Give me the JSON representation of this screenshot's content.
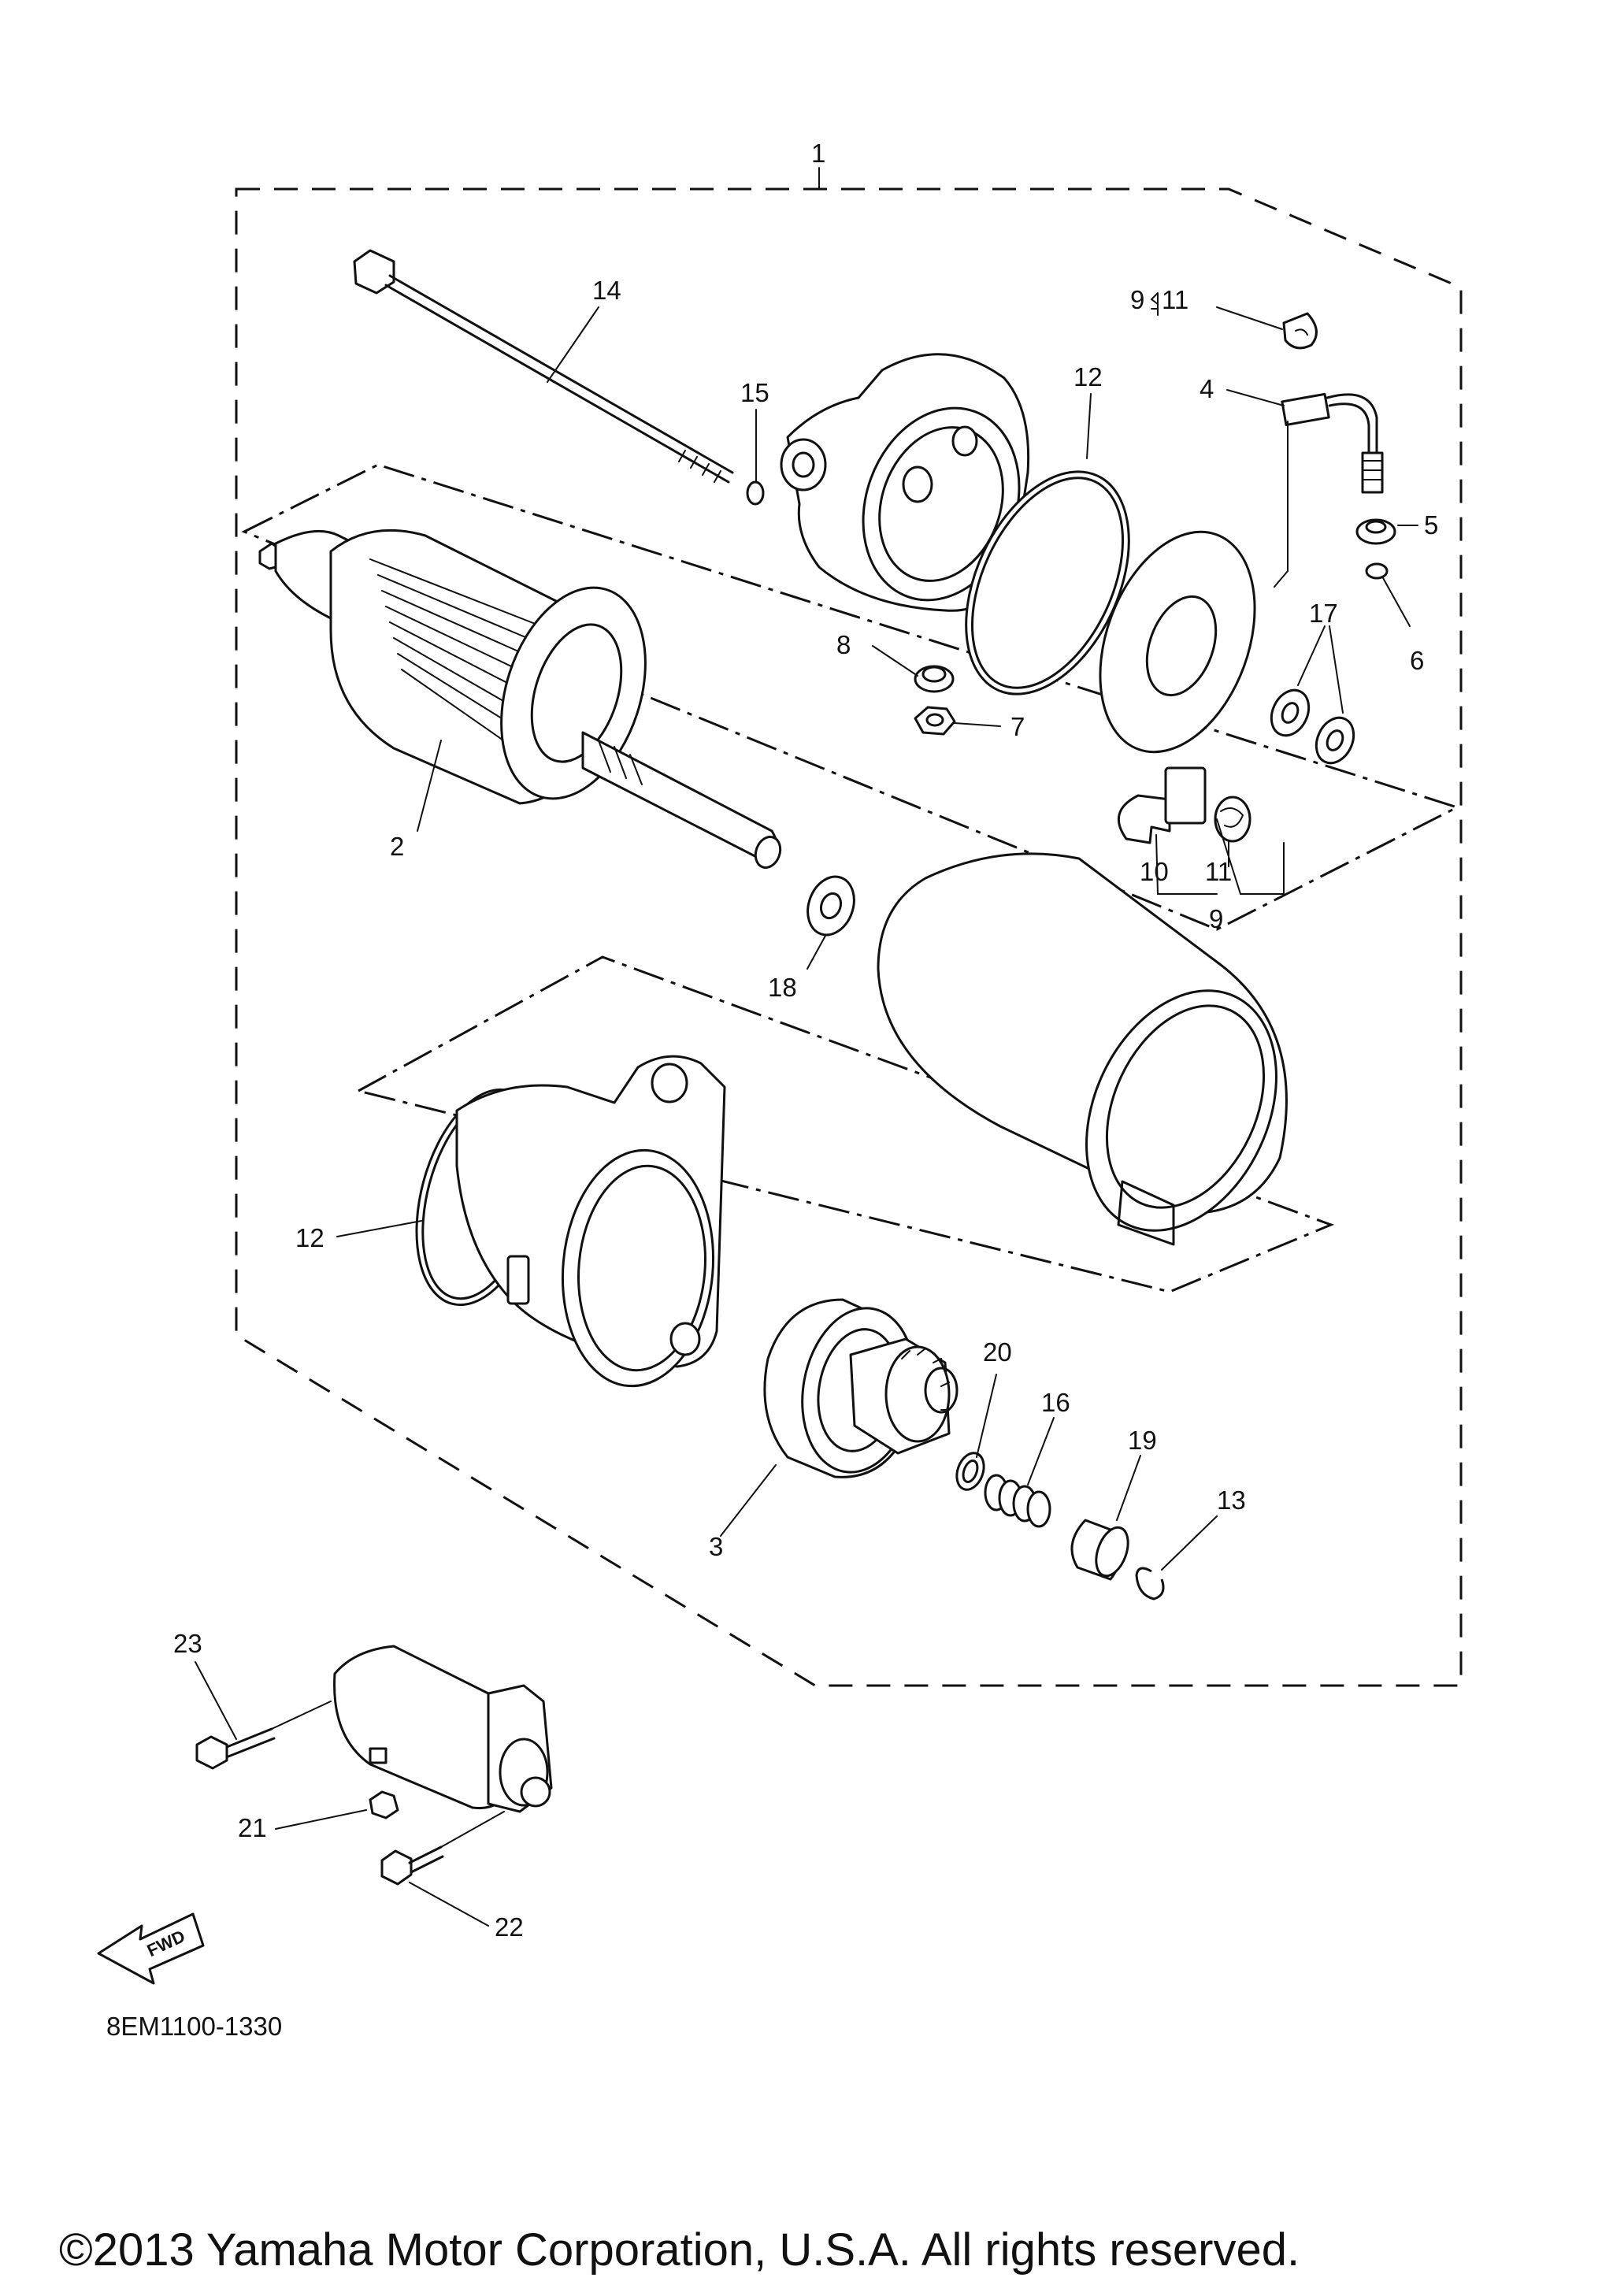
{
  "diagram": {
    "callouts": {
      "c1": "1",
      "c2": "2",
      "c3": "3",
      "c4": "4",
      "c5": "5",
      "c6": "6",
      "c7": "7",
      "c8": "8",
      "c9": "9",
      "c9_group": "9",
      "c9_bracket_11": "11",
      "c10": "10",
      "c11": "11",
      "c12_top": "12",
      "c12_left": "12",
      "c13": "13",
      "c14": "14",
      "c15": "15",
      "c16": "16",
      "c17": "17",
      "c18": "18",
      "c19": "19",
      "c20": "20",
      "c21": "21",
      "c22": "22",
      "c23": "23"
    },
    "fwd_label": "FWD",
    "diagram_code": "8EM1100-1330",
    "copyright": "©2013 Yamaha Motor Corporation, U.S.A. All rights reserved."
  }
}
